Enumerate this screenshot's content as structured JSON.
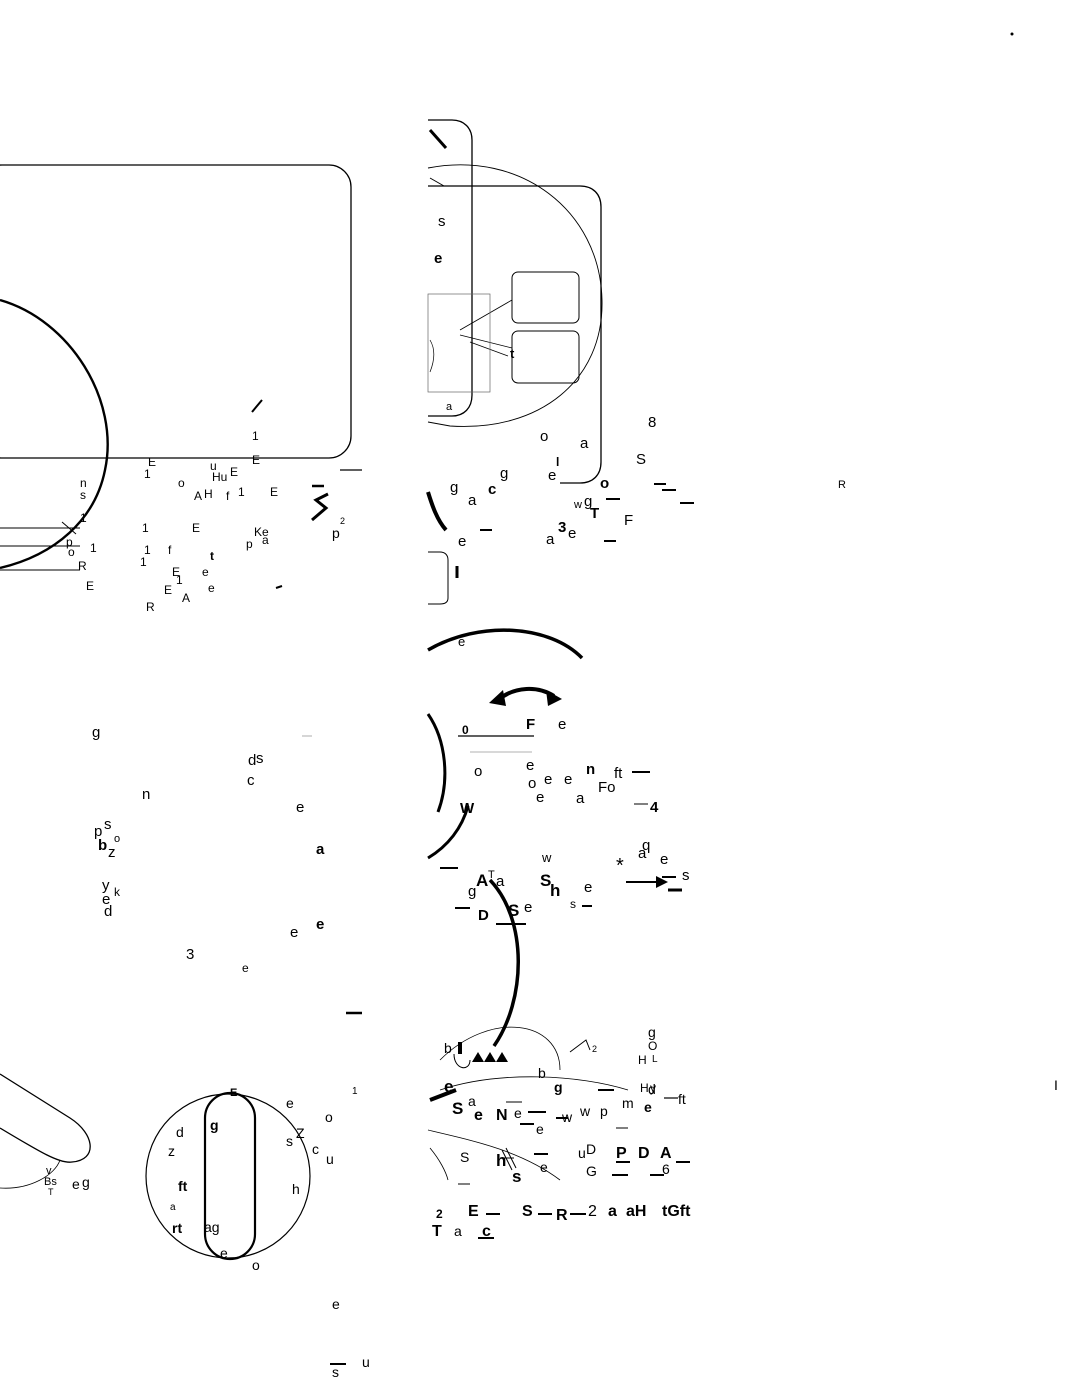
{
  "labels": {
    "left_upper_cluster": [
      "n",
      "s",
      "1",
      "E",
      "1",
      "o",
      "A",
      "H",
      "u",
      "Hu",
      "E",
      "1",
      "f",
      "1",
      "E",
      "Ke",
      "p",
      "a",
      "E",
      "1",
      "E",
      "1",
      "f",
      "t",
      "e",
      "E",
      "1",
      "R",
      "A",
      "e",
      "E",
      "1",
      "o",
      "p",
      "R",
      "1",
      "E",
      "2",
      "p"
    ],
    "left_scatter": [
      "g",
      "d",
      "s",
      "c",
      "n",
      "e",
      "p",
      "s",
      "o",
      "b",
      "z",
      "a",
      "y",
      "e",
      "k",
      "d",
      "e",
      "e",
      "3",
      "e"
    ],
    "left_oval_cluster": [
      "E",
      "e",
      "o",
      "1",
      "d",
      "g",
      "s",
      "Z",
      "c",
      "u",
      "z",
      "h",
      "ft",
      "a",
      "rt",
      "ag",
      "e",
      "o",
      "e",
      "s",
      "u"
    ],
    "left_bottom": [
      "v",
      "Bs",
      "T",
      "e",
      "g"
    ],
    "right_upper": [
      "s",
      "e",
      "a",
      "o",
      "a",
      "8",
      "g",
      "e",
      "S",
      "g",
      "a",
      "c",
      "o",
      "w",
      "g",
      "e",
      "a",
      "3",
      "e",
      "T",
      "F",
      "R",
      "l",
      "e",
      "t"
    ],
    "right_mid": [
      "0",
      "F",
      "e",
      "o",
      "e",
      "n",
      "ft",
      "e",
      "e",
      "o",
      "e",
      "a",
      "Fo",
      "W",
      "4",
      "w",
      "q",
      "a",
      "*",
      "e",
      "s",
      "A",
      "T",
      "a",
      "S",
      "h",
      "e",
      "g",
      "D",
      "S",
      "e",
      "s"
    ],
    "right_lower": [
      "b",
      "g",
      "b",
      "2",
      "g",
      "O",
      "H",
      "L",
      "H",
      "y",
      "e",
      "S",
      "a",
      "e",
      "N",
      "e",
      "e",
      "w",
      "w",
      "p",
      "m",
      "d",
      "ft",
      "e",
      "D",
      "S",
      "h",
      "s",
      "e",
      "u",
      "G",
      "P",
      "D",
      "A",
      "6"
    ],
    "right_bottom_row1": [
      "2",
      "E",
      "S",
      "R",
      "2",
      "a",
      "aH",
      "tGft"
    ],
    "right_bottom_row2": [
      "T",
      "a",
      "c"
    ],
    "margin": [
      "I"
    ]
  }
}
